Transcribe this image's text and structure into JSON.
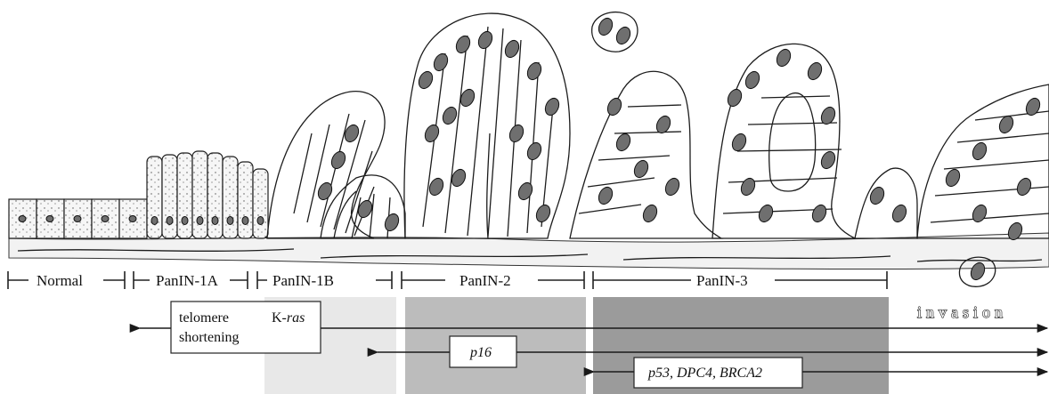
{
  "stages": [
    {
      "label": "Normal"
    },
    {
      "label": "PanIN-1A"
    },
    {
      "label": "PanIN-1B"
    },
    {
      "label": "PanIN-2"
    },
    {
      "label": "PanIN-3"
    }
  ],
  "invasion_label": "invasion",
  "genetic_events": {
    "telomere_line1": "telomere",
    "telomere_line2": "shortening",
    "kras_prefix": "K-",
    "kras_italic": "ras",
    "p16": "p16",
    "late_genes": "p53, DPC4, BRCA2"
  },
  "colors": {
    "band_light": "#e7e7e7",
    "band_mid": "#bdbdbd",
    "band_dark": "#9a9a9a",
    "ink": "#1a1a1a",
    "cell_fill": "#f7f7f7",
    "cell_dense_fill": "#d9d9d9",
    "nucleus_fill": "#6f6f6f",
    "stroma": "#efefef"
  }
}
